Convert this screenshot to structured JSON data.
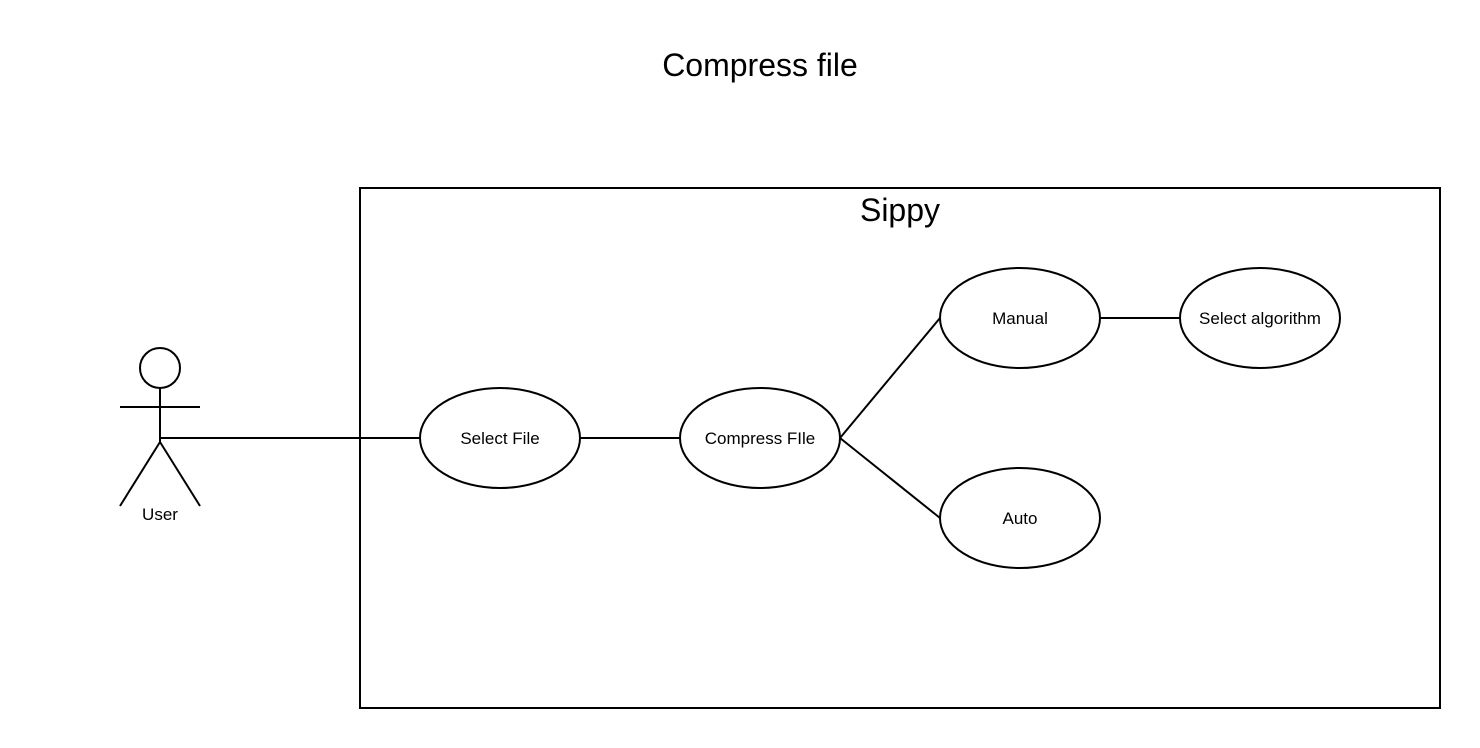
{
  "diagram": {
    "title": "Compress file",
    "system": {
      "name": "Sippy"
    },
    "actor": {
      "name": "User"
    },
    "use_cases": [
      {
        "id": "select-file",
        "label": "Select File"
      },
      {
        "id": "compress-file",
        "label": "Compress FIle"
      },
      {
        "id": "manual",
        "label": "Manual"
      },
      {
        "id": "auto",
        "label": "Auto"
      },
      {
        "id": "select-algorithm",
        "label": "Select algorithm"
      }
    ],
    "associations": [
      {
        "from": "user",
        "to": "select-file"
      },
      {
        "from": "select-file",
        "to": "compress-file"
      },
      {
        "from": "compress-file",
        "to": "manual"
      },
      {
        "from": "compress-file",
        "to": "auto"
      },
      {
        "from": "manual",
        "to": "select-algorithm"
      }
    ]
  }
}
